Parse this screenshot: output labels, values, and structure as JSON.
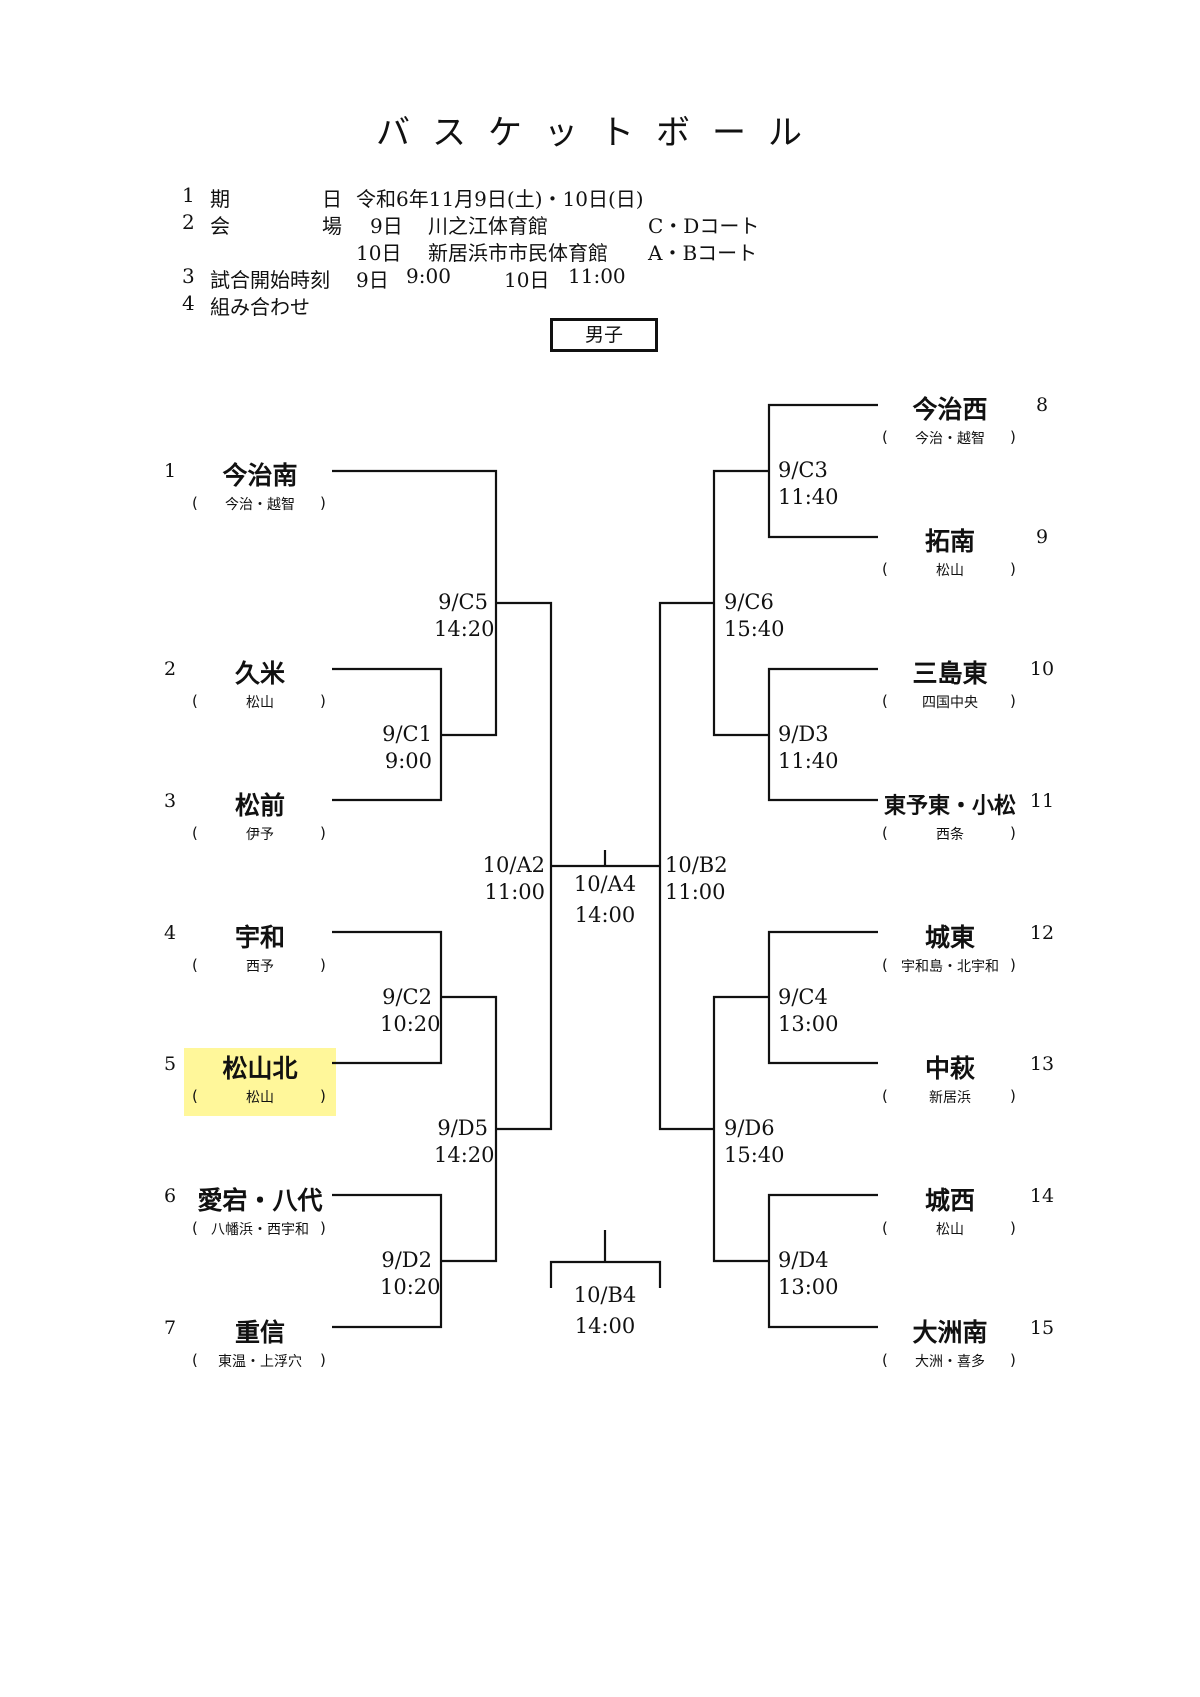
{
  "title": "バスケットボール",
  "info": {
    "line1": {
      "num": "1",
      "label": "期",
      "label2": "日",
      "value": "令和6年11月9日(土)・10日(日)"
    },
    "line2": {
      "num": "2",
      "label": "会",
      "label2": "場",
      "day": "9日",
      "venue": "川之江体育館",
      "court": "C・Dコート"
    },
    "line3": {
      "day": "10日",
      "venue": "新居浜市市民体育館",
      "court": "A・Bコート"
    },
    "line4": {
      "num": "3",
      "label": "試合開始時刻",
      "d1": "9日",
      "t1": "9:00",
      "d2": "10日",
      "t2": "11:00"
    },
    "line5": {
      "num": "4",
      "label": "組み合わせ"
    }
  },
  "division": "男子",
  "paren_open": "(",
  "paren_close": ")",
  "highlight_color": "#fff79a",
  "teams": [
    {
      "seed": "1",
      "name": "今治南",
      "region": "今治・越智"
    },
    {
      "seed": "2",
      "name": "久米",
      "region": "松山"
    },
    {
      "seed": "3",
      "name": "松前",
      "region": "伊予"
    },
    {
      "seed": "4",
      "name": "宇和",
      "region": "西予"
    },
    {
      "seed": "5",
      "name": "松山北",
      "region": "松山"
    },
    {
      "seed": "6",
      "name": "愛宕・八代",
      "region": "八幡浜・西宇和"
    },
    {
      "seed": "7",
      "name": "重信",
      "region": "東温・上浮穴"
    },
    {
      "seed": "8",
      "name": "今治西",
      "region": "今治・越智"
    },
    {
      "seed": "9",
      "name": "拓南",
      "region": "松山"
    },
    {
      "seed": "10",
      "name": "三島東",
      "region": "四国中央"
    },
    {
      "seed": "11",
      "name": "東予東・小松",
      "region": "西条"
    },
    {
      "seed": "12",
      "name": "城東",
      "region": "宇和島・北宇和"
    },
    {
      "seed": "13",
      "name": "中萩",
      "region": "新居浜"
    },
    {
      "seed": "14",
      "name": "城西",
      "region": "松山"
    },
    {
      "seed": "15",
      "name": "大洲南",
      "region": "大洲・喜多"
    }
  ],
  "games": {
    "C1": {
      "code": "9/C1",
      "time": "9:00"
    },
    "C2": {
      "code": "9/C2",
      "time": "10:20"
    },
    "D2": {
      "code": "9/D2",
      "time": "10:20"
    },
    "C5": {
      "code": "9/C5",
      "time": "14:20"
    },
    "D5": {
      "code": "9/D5",
      "time": "14:20"
    },
    "A2": {
      "code": "10/A2",
      "time": "11:00"
    },
    "C3": {
      "code": "9/C3",
      "time": "11:40"
    },
    "D3": {
      "code": "9/D3",
      "time": "11:40"
    },
    "C4": {
      "code": "9/C4",
      "time": "13:00"
    },
    "D4": {
      "code": "9/D4",
      "time": "13:00"
    },
    "C6": {
      "code": "9/C6",
      "time": "15:40"
    },
    "D6": {
      "code": "9/D6",
      "time": "15:40"
    },
    "B2": {
      "code": "10/B2",
      "time": "11:00"
    },
    "A4": {
      "code": "10/A4",
      "time": "14:00"
    },
    "B4": {
      "code": "10/B4",
      "time": "14:00"
    }
  }
}
